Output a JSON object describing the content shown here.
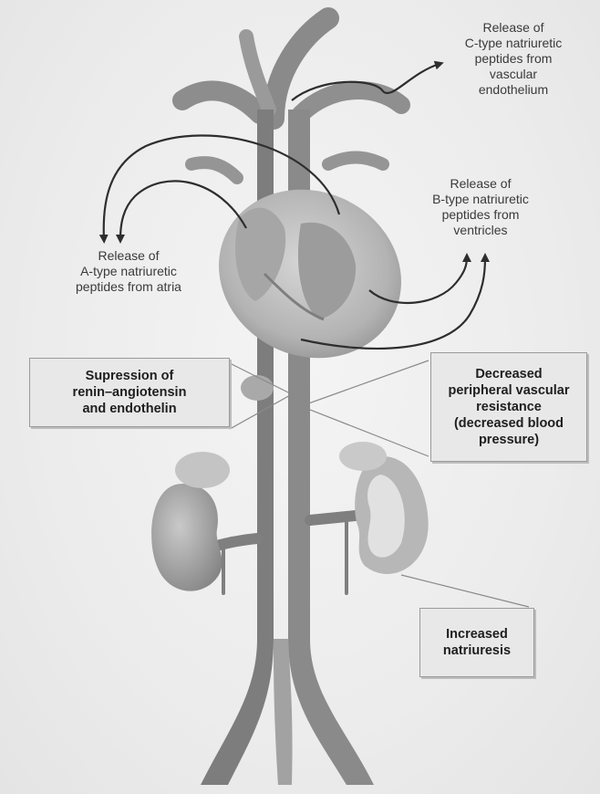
{
  "labels": {
    "c_type": [
      "Release of",
      "C-type natriuretic",
      "peptides from",
      "vascular",
      "endothelium"
    ],
    "b_type": [
      "Release of",
      "B-type natriuretic",
      "peptides from",
      "ventricles"
    ],
    "a_type": [
      "Release of",
      "A-type natriuretic",
      "peptides from atria"
    ]
  },
  "boxes": {
    "suppression": [
      "Supression of",
      "renin–angiotensin",
      "and endothelin"
    ],
    "vascular": [
      "Decreased",
      "peripheral vascular",
      "resistance",
      "(decreased blood",
      "pressure)"
    ],
    "natriuresis": [
      "Increased",
      "natriuresis"
    ]
  },
  "colors": {
    "vessel": "#8a8a8a",
    "vessel_dark": "#6e6e6e",
    "heart": "#b8b8b8",
    "kidney": "#9c9c9c",
    "arrow": "#2e2e2e",
    "box_bg": "#e8e8e8"
  }
}
